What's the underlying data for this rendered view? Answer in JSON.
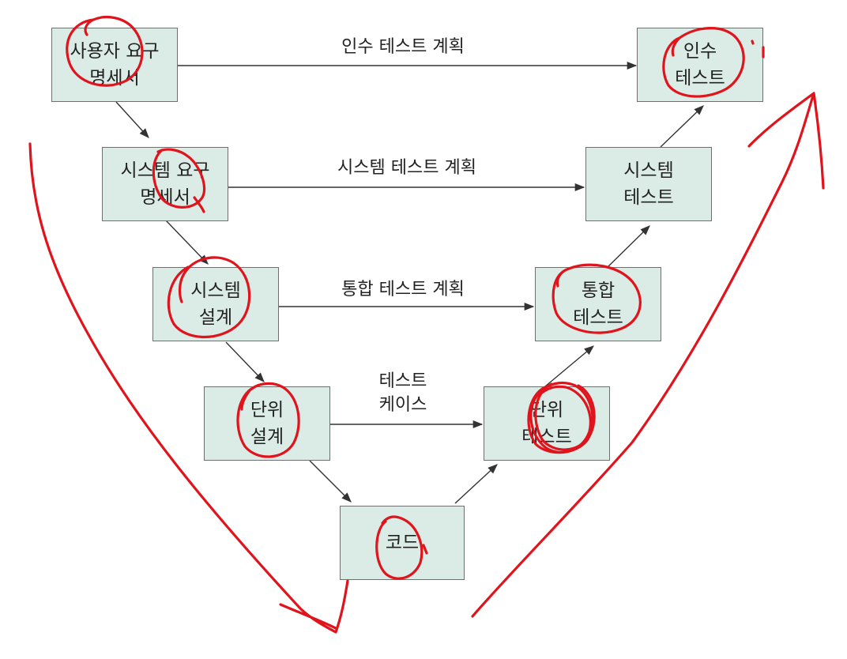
{
  "colors": {
    "box_fill": "#dbece6",
    "box_border": "#6f6f6f",
    "text": "#222222",
    "arrow": "#333333",
    "annotation": "#e0141c"
  },
  "nodes": {
    "user_req_spec": "사용자 요구\n명세서",
    "sys_req_spec": "시스템 요구\n명세서",
    "sys_design": "시스템\n설계",
    "unit_design": "단위\n설계",
    "code": "코드",
    "unit_test": "단위\n테스트",
    "integration_test": "통합\n테스트",
    "system_test": "시스템\n테스트",
    "acceptance_test": "인수\n테스트"
  },
  "edge_labels": {
    "acceptance_plan": "인수 테스트 계획",
    "system_plan": "시스템 테스트 계획",
    "integration_plan": "통합 테스트 계획",
    "test_case": "테스트\n케이스"
  }
}
